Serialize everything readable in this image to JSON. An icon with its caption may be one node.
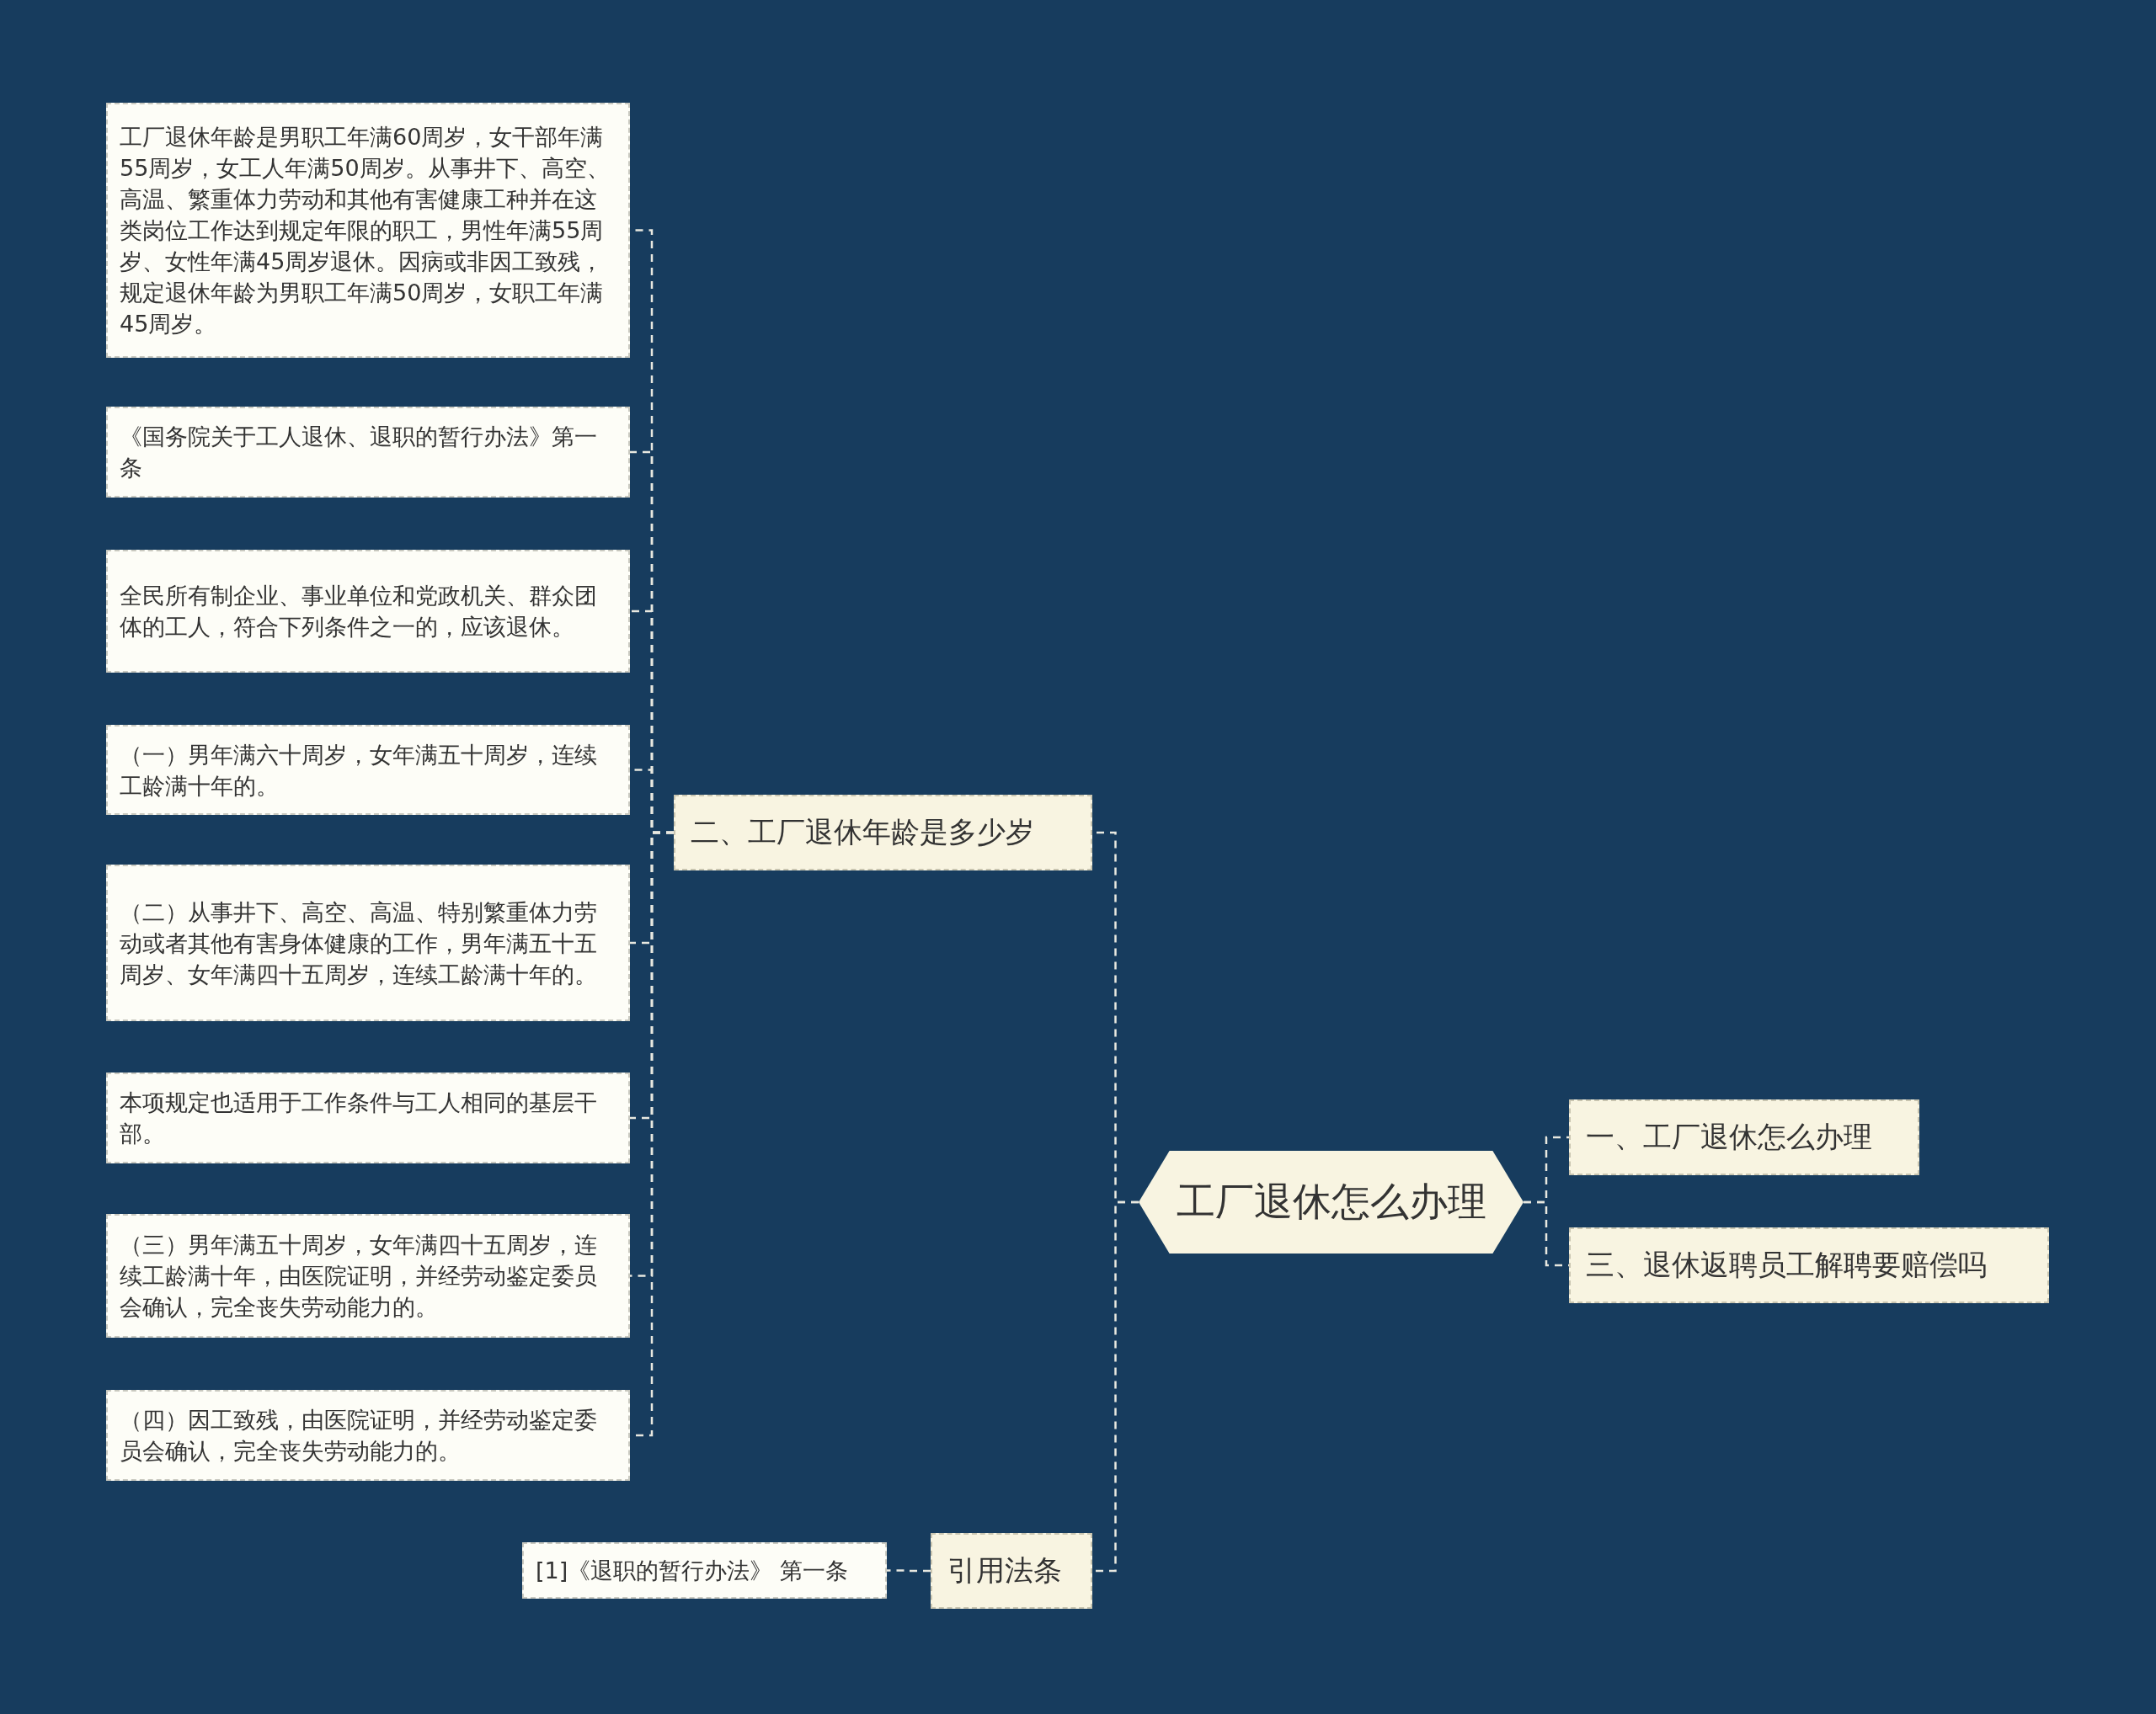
{
  "diagram": {
    "nodes": [
      {
        "text": [
          "工厂退休怎么办理"
        ]
      },
      {
        "text": [
          "一、工厂退休怎么办理"
        ]
      },
      {
        "text": [
          "三、退休返聘员工解聘要赔偿吗"
        ]
      },
      {
        "text": [
          "二、工厂退休年龄是多少岁"
        ]
      },
      {
        "text": [
          "工厂退休年龄是男职工年满60周岁，女干部年满55周岁，女工人年满50周岁。从事井下、高空、高温、繁重体力劳动和其他有害健康工种并在这类岗位工作达到规定年限的职工，男性年满55周岁、女性年满45周岁退休。因病或非因工致残，规定退休年龄为男职工年满50周岁，女职工年满45周岁。"
        ]
      },
      {
        "text": [
          "《国务院关于工人退休、退职的暂行办法》第一条"
        ]
      },
      {
        "text": [
          "全民所有制企业、事业单位和党政机关、群众团体的工人，符合下列条件之一的，应该退休。"
        ]
      },
      {
        "text": [
          "（一）男年满六十周岁，女年满五十周岁，连续工龄满十年的。"
        ]
      },
      {
        "text": [
          "（二）从事井下、高空、高温、特别繁重体力劳动或者其他有害身体健康的工作，男年满五十五周岁、女年满四十五周岁，连续工龄满十年的。"
        ]
      },
      {
        "text": [
          "本项规定也适用于工作条件与工人相同的基层干部。"
        ]
      },
      {
        "text": [
          "（三）男年满五十周岁，女年满四十五周岁，连续工龄满十年，由医院证明，并经劳动鉴定委员会确认，完全丧失劳动能力的。"
        ]
      },
      {
        "text": [
          "（四）因工致残，由医院证明，并经劳动鉴定委员会确认，完全丧失劳动能力的。"
        ]
      },
      {
        "text": [
          "引用法条"
        ]
      },
      {
        "text": [
          "[1]《退职的暂行办法》 第一条"
        ]
      }
    ],
    "edges": [
      {
        "from": 0,
        "to": 1,
        "arrow": "none"
      },
      {
        "from": 0,
        "to": 2,
        "arrow": "none"
      },
      {
        "from": 0,
        "to": 3,
        "arrow": "none"
      },
      {
        "from": 3,
        "to": 4,
        "arrow": "none"
      },
      {
        "from": 3,
        "to": 5,
        "arrow": "none"
      },
      {
        "from": 3,
        "to": 6,
        "arrow": "none"
      },
      {
        "from": 3,
        "to": 7,
        "arrow": "none"
      },
      {
        "from": 3,
        "to": 8,
        "arrow": "none"
      },
      {
        "from": 3,
        "to": 9,
        "arrow": "none"
      },
      {
        "from": 3,
        "to": 10,
        "arrow": "none"
      },
      {
        "from": 3,
        "to": 11,
        "arrow": "none"
      },
      {
        "from": 0,
        "to": 12,
        "arrow": "none"
      },
      {
        "from": 12,
        "to": 13,
        "arrow": "none"
      }
    ]
  }
}
